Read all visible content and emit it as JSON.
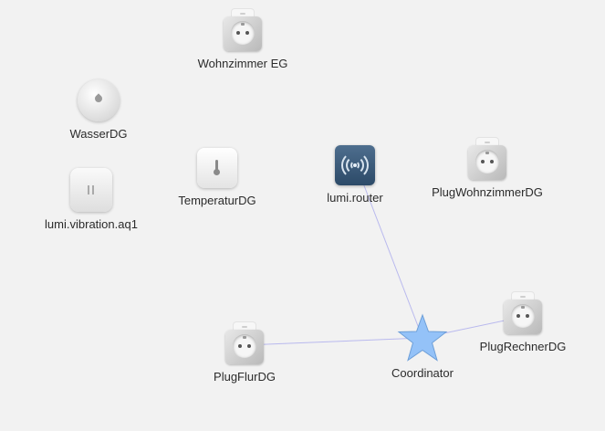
{
  "network_map": {
    "nodes": [
      {
        "id": "wohnzimmer_eg",
        "label": "Wohnzimmer EG",
        "type": "plug"
      },
      {
        "id": "wasser_dg",
        "label": "WasserDG",
        "type": "water-sensor"
      },
      {
        "id": "vibration",
        "label": "lumi.vibration.aq1",
        "type": "vibration-sensor"
      },
      {
        "id": "temperatur_dg",
        "label": "TemperaturDG",
        "type": "temperature-sensor"
      },
      {
        "id": "router",
        "label": "lumi.router",
        "type": "router"
      },
      {
        "id": "plug_wohnzimmer_dg",
        "label": "PlugWohnzimmerDG",
        "type": "plug"
      },
      {
        "id": "plug_rechner_dg",
        "label": "PlugRechnerDG",
        "type": "plug"
      },
      {
        "id": "plug_flur_dg",
        "label": "PlugFlurDG",
        "type": "plug"
      },
      {
        "id": "coordinator",
        "label": "Coordinator",
        "type": "coordinator"
      }
    ],
    "links": [
      {
        "from": "coordinator",
        "to": "router"
      },
      {
        "from": "coordinator",
        "to": "plug_flur_dg"
      },
      {
        "from": "coordinator",
        "to": "plug_rechner_dg"
      }
    ],
    "colors": {
      "background": "#f2f2f2",
      "link": "#b9b9ee",
      "coordinator_fill": "#94c2f8",
      "coordinator_stroke": "#6d9fd8",
      "router": "#3a5a7a",
      "label": "#2b2b2b"
    }
  }
}
